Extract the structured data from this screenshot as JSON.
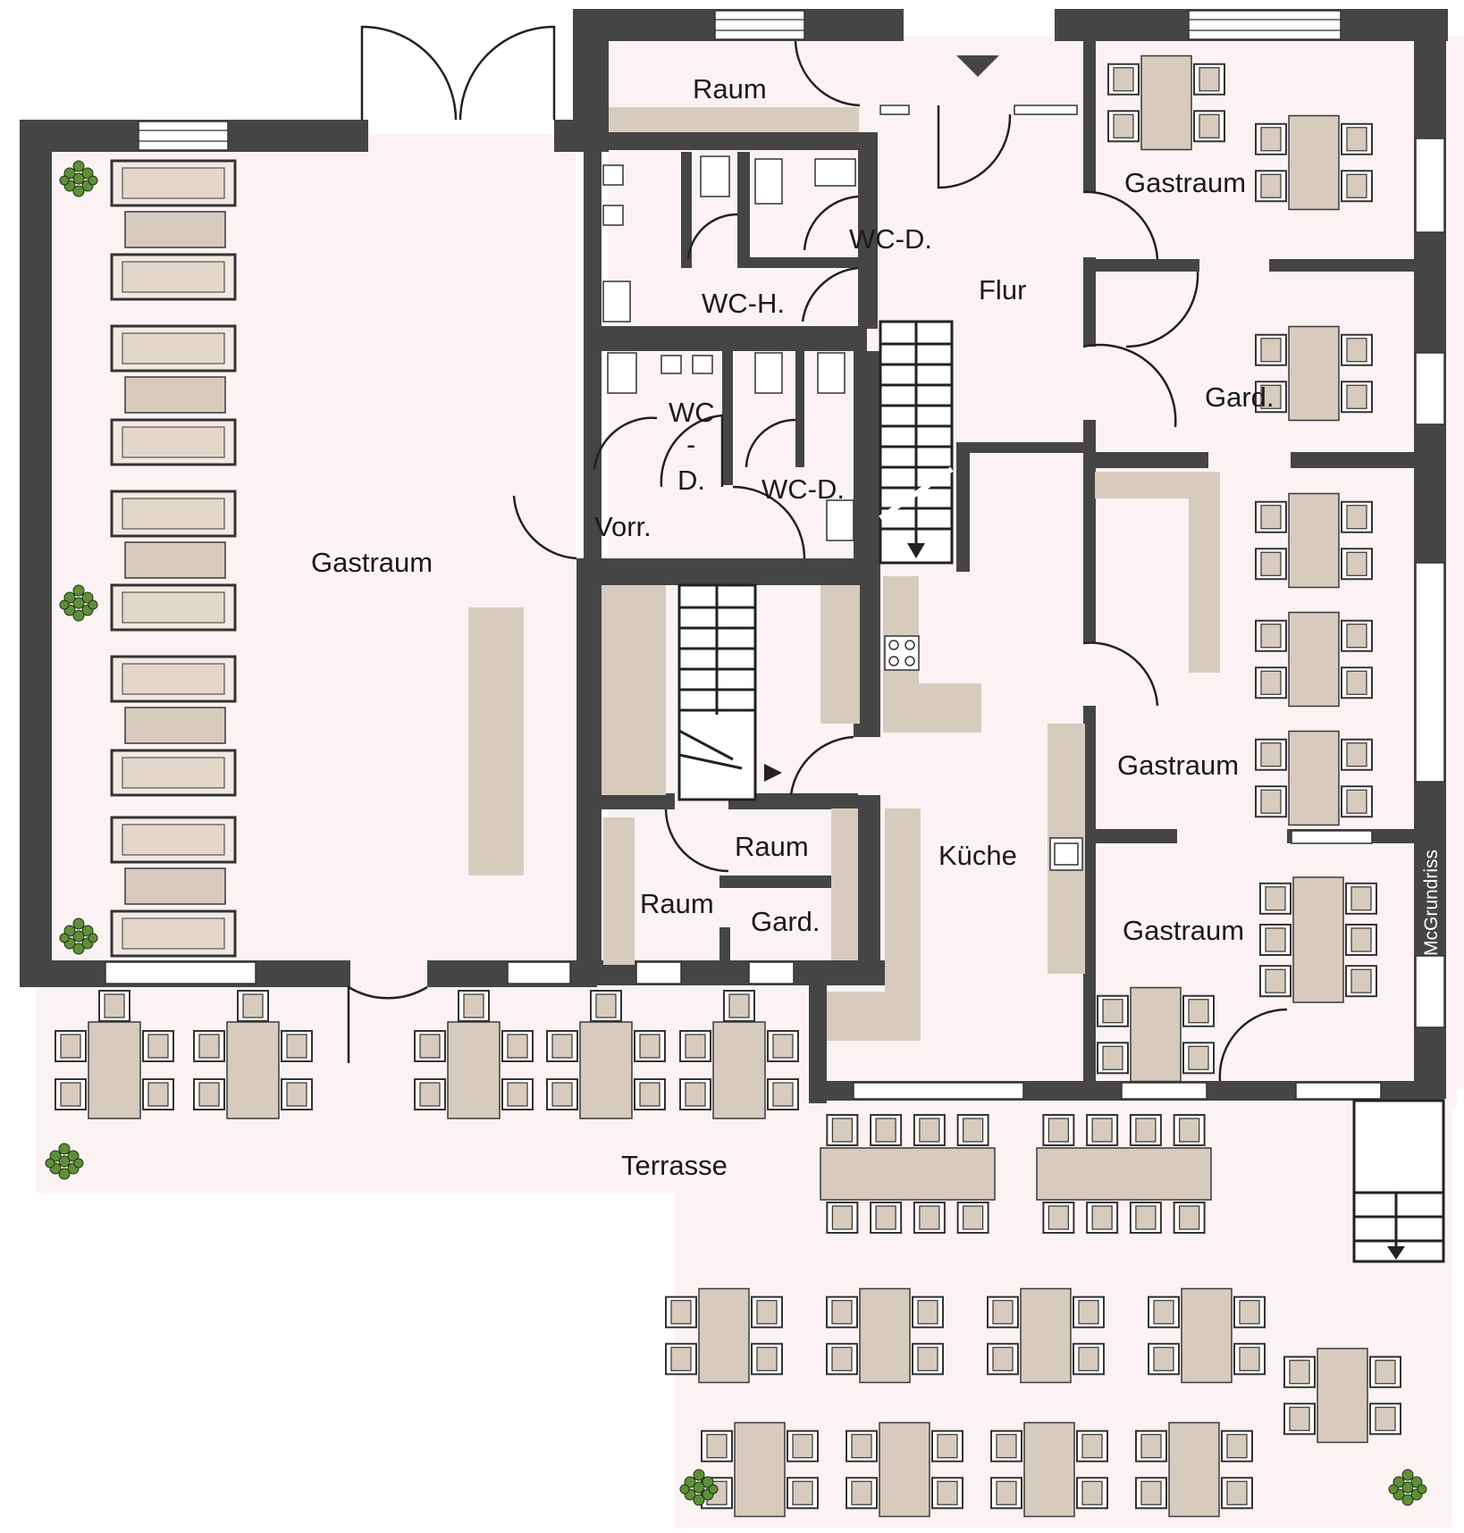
{
  "labels": {
    "raum_top": "Raum",
    "wc_d_top": "WC-D.",
    "flur": "Flur",
    "gastraum_ne": "Gastraum",
    "wc_h": "WC-H.",
    "gard_ne": "Gard.",
    "wc_mid_1": "WC",
    "wc_mid_2": "-",
    "wc_mid_3": "D.",
    "wc_d_mid": "WC-D.",
    "vorr": "Vorr.",
    "gastraum_w": "Gastraum",
    "gastraum_e": "Gastraum",
    "raum_mid": "Raum",
    "kueche": "Küche",
    "raum_sw": "Raum",
    "gard_mid": "Gard.",
    "gastraum_se": "Gastraum",
    "terrasse": "Terrasse"
  },
  "watermark": "McGrundriss",
  "colors": {
    "floor": "#fbf3f3",
    "wall": "#454545",
    "furniture": "#d6cbbd",
    "plant": "#5f8f3a"
  },
  "icons": {
    "plant": "potted-plant-icon",
    "stair_arrow": "arrow-down-icon",
    "entrance": "entrance-triangle-icon",
    "stove": "stove-icon",
    "sink": "sink-icon"
  }
}
